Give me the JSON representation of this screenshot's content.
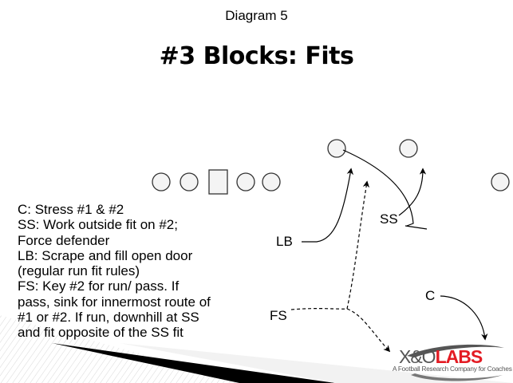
{
  "slide": {
    "subtitle": "Diagram 5",
    "title": "#3 Blocks: Fits"
  },
  "notes": [
    "C: Stress #1 & #2",
    "SS: Work outside fit on #2;",
    "Force defender",
    "LB: Scrape and fill open door",
    "(regular run fit rules)",
    "FS: Key #2 for run/ pass.  If",
    "pass, sink for innermost route of",
    "#1 or #2.  If run, downhill at SS",
    "and fit opposite of the SS fit"
  ],
  "diagram": {
    "offense_line": [
      "circle",
      "circle",
      "center-square",
      "circle",
      "circle"
    ],
    "receivers": [
      "#2 receiver",
      "#1 receiver",
      "wide receiver"
    ],
    "defenders": {
      "ss": "SS",
      "lb": "LB",
      "fs": "FS",
      "c": "C"
    },
    "colors": {
      "player_fill": "#f4f4f4",
      "player_stroke": "#333333",
      "route_stroke": "#000000"
    }
  },
  "logo": {
    "brand_left": "X&O",
    "brand_right": "LABS",
    "tagline": "A Football Research Company for Coaches",
    "accent": "#e31b23",
    "gray": "#555555"
  }
}
